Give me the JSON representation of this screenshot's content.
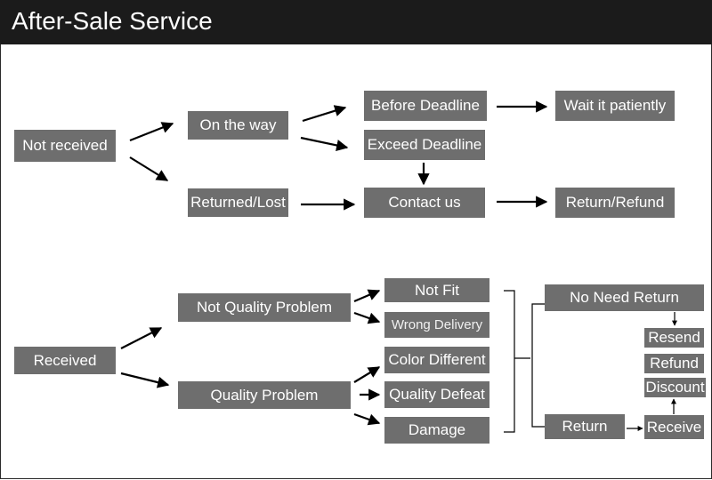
{
  "header": {
    "title": "After-Sale Service"
  },
  "colors": {
    "box": "#6e6e6e",
    "header": "#1b1b1b",
    "text": "#ffffff",
    "line": "#000000"
  },
  "nodes": {
    "not_received": "Not received",
    "on_the_way": "On the way",
    "returned_lost": "Returned/Lost",
    "before_deadline": "Before Deadline",
    "exceed_deadline": "Exceed Deadline",
    "contact_us": "Contact us",
    "wait_patiently": "Wait it patiently",
    "return_refund": "Return/Refund",
    "received": "Received",
    "not_quality_problem": "Not Quality Problem",
    "quality_problem": "Quality Problem",
    "not_fit": "Not Fit",
    "wrong_delivery": "Wrong Delivery",
    "color_different": "Color Different",
    "quality_defeat": "Quality Defeat",
    "damage": "Damage",
    "no_need_return": "No Need Return",
    "return": "Return",
    "resend": "Resend",
    "refund": "Refund",
    "discount": "Discount",
    "receive": "Receive"
  }
}
